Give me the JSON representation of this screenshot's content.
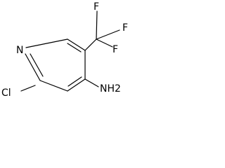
{
  "molecule": {
    "atoms": {
      "n": "N",
      "cl": "Cl",
      "nh2": "NH2",
      "f_top": "F",
      "f_right": "F",
      "f_lower": "F"
    },
    "colors": {
      "bond": "#000000",
      "label": "#000000",
      "background": "#ffffff"
    }
  }
}
